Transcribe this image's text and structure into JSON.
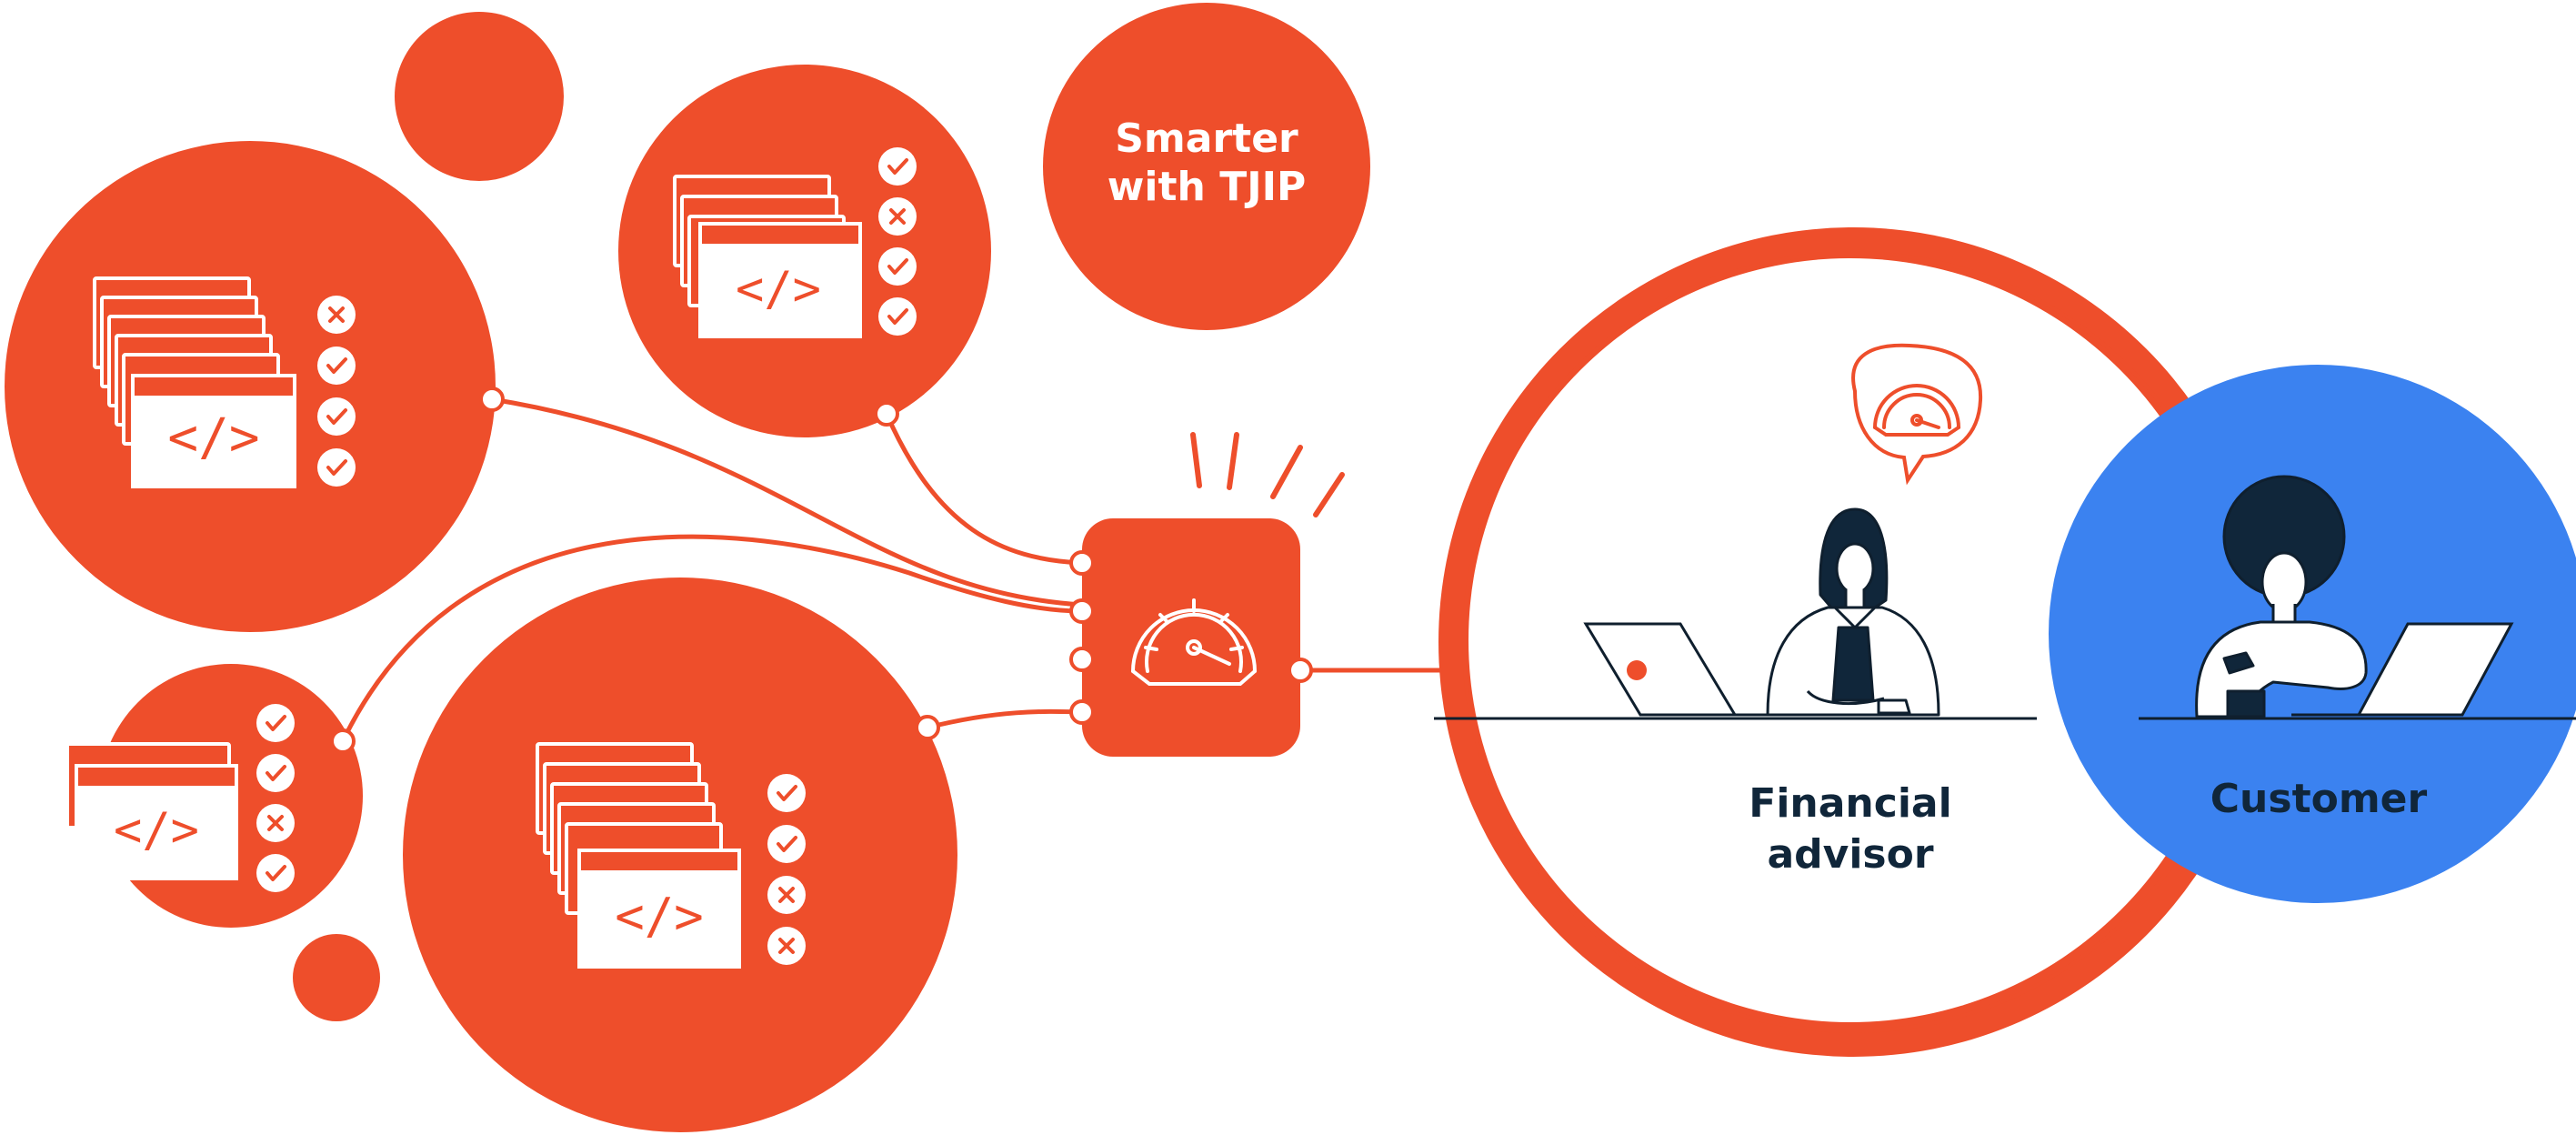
{
  "colors": {
    "accent": "#EE4E2B",
    "customer": "#3B82F0",
    "ink": "#10263A",
    "white": "#FFFFFF",
    "hair": "#0F1F2E"
  },
  "labels": {
    "smarter_line1": "Smarter",
    "smarter_line2": "with TJIP",
    "advisor_line1": "Financial",
    "advisor_line2": "advisor",
    "customer": "Customer"
  },
  "icons": {
    "code_window": "code-brackets-icon",
    "check": "check-icon",
    "cross": "cross-icon",
    "speedometer": "speedometer-icon",
    "thought_bubble": "thought-bubble-icon"
  },
  "checklists": {
    "top_left": [
      "cross",
      "check",
      "check",
      "check"
    ],
    "top_middle": [
      "check",
      "cross",
      "check",
      "check"
    ],
    "bottom_left": [
      "check",
      "check",
      "cross",
      "check"
    ],
    "bottom_middle": [
      "check",
      "check",
      "cross",
      "cross"
    ]
  }
}
